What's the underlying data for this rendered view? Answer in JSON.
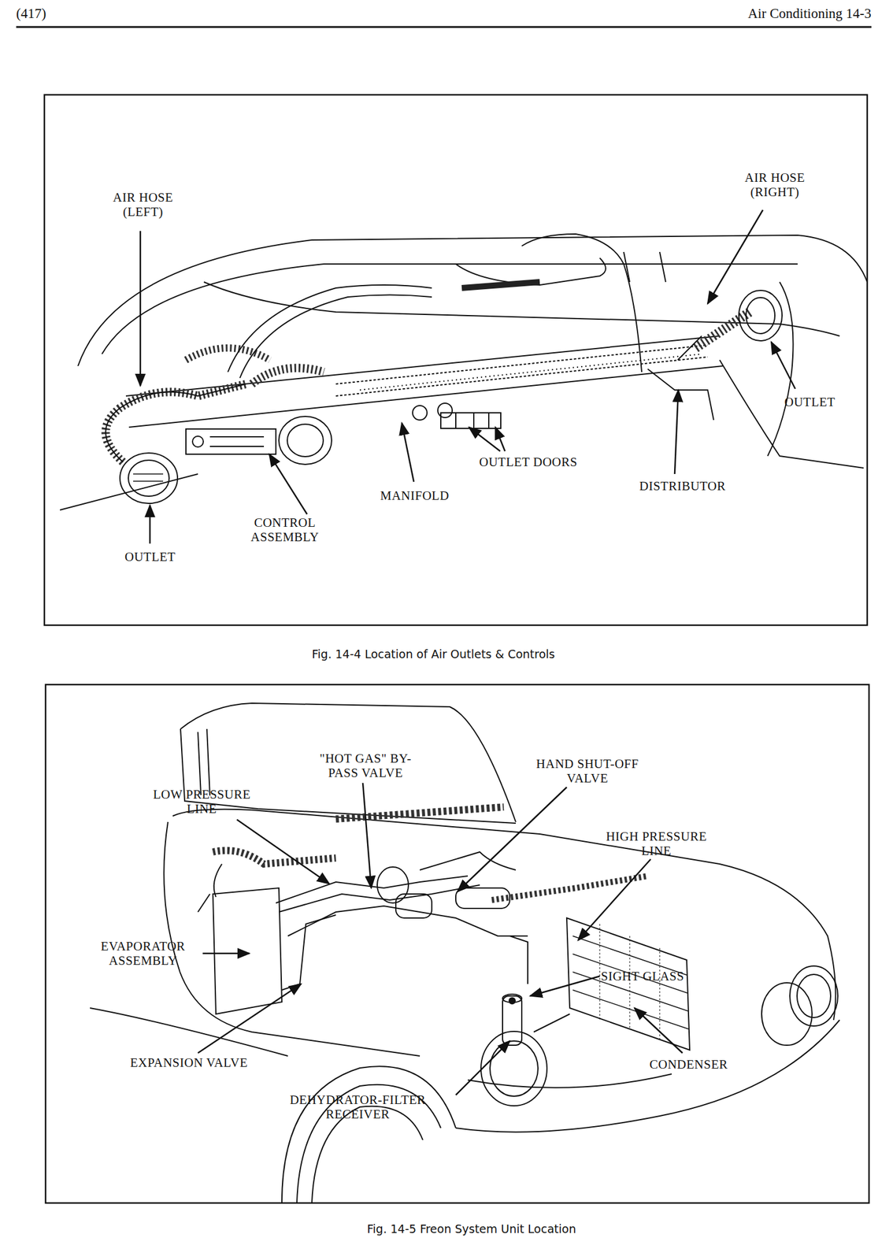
{
  "diagram": {
    "labels": [
      "(417)",
      "Air Conditioning 14-3",
      "AIR HOSE (LEFT)",
      "AIR HOSE (RIGHT)",
      "OUTLET",
      "OUTLET DOORS",
      "MANIFOLD",
      "DISTRIBUTOR",
      "CONTROL ASSEMBLY",
      "OUTLET",
      "Fig. 14-4 Location of Air Outlets & Controls",
      "\"HOT GAS\" BY-PASS VALVE",
      "HAND SHUT-OFF VALVE",
      "LOW PRESSURE LINE",
      "HIGH PRESSURE LINE",
      "EVAPORATOR ASSEMBLY",
      "SIGHT GLASS",
      "EXPANSION VALVE",
      "CONDENSER",
      "DEHYDRATOR-FILTER RECEIVER",
      "Fig. 14-5 Freon System Unit Location"
    ]
  }
}
